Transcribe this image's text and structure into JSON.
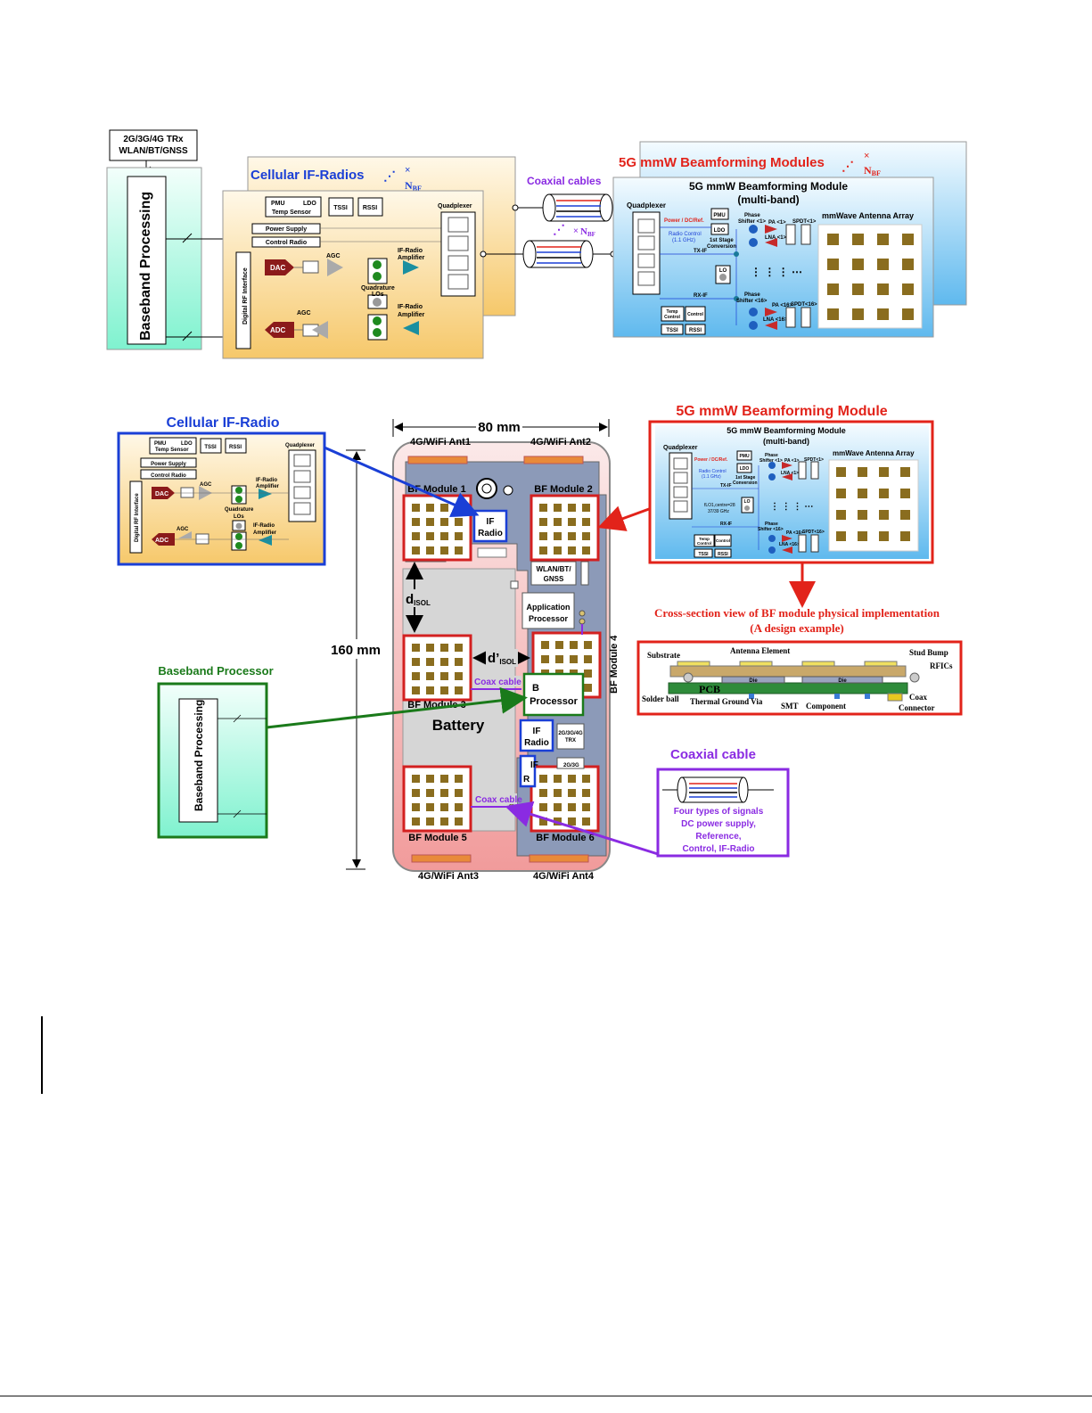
{
  "top": {
    "trx_label_1": "2G/3G/4G TRx",
    "trx_label_2": "WLAN/BT/GNSS",
    "baseband": "Baseband Processing",
    "cellular_title": "Cellular IF-Radios",
    "times": "×",
    "nbf": "N",
    "nbf_sub": "BF",
    "pmu": "PMU",
    "ldo": "LDO",
    "temp_sensor": "Temp Sensor",
    "tssi": "TSSI",
    "rssi": "RSSI",
    "power_supply": "Power Supply",
    "control_radio": "Control Radio",
    "quadplexer": "Quadplexer",
    "digital_rf": "Digital RF Interface",
    "dac": "DAC",
    "adc": "ADC",
    "agc": "AGC",
    "if_amp_1": "IF-Radio",
    "if_amp_2": "Amplifier",
    "quad_los_1": "Quadrature",
    "quad_los_2": "LOs",
    "coax_cables": "Coaxial cables",
    "bf_modules_title": "5G mmW Beamforming Modules",
    "bf_module_1": "5G mmW Beamforming Module",
    "bf_module_2": "(multi-band)",
    "power_dc_ref": "Power / DC/Ref.",
    "radio_control_1": "Radio Control",
    "radio_control_2": "(1.1 GHz)",
    "tx_if": "TX-IF",
    "rx_if": "RX-IF",
    "lo": "LO",
    "first_stage_1": "1st Stage",
    "first_stage_2": "Conversion",
    "phase_shifter_1": "Phase",
    "phase_shifter_2": "Shifter <1>",
    "phase_shifter_3": "Shifter <16>",
    "pa1": "PA <1>",
    "lna1": "LNA <1>",
    "pa16": "PA <16>",
    "lna16": "LNA <16>",
    "spdt1": "SPDT<1>",
    "spdt16": "SPDT<16>",
    "antenna_array": "mmWave Antenna Array",
    "temp_control_1": "Temp",
    "temp_control_2": "Control",
    "control": "Control"
  },
  "bottom": {
    "cellular_if_radio": "Cellular IF-Radio",
    "bf_module_title": "5G mmW Beamforming Module",
    "dim_width": "80 mm",
    "dim_height": "160 mm",
    "ant1": "4G/WiFi Ant1",
    "ant2": "4G/WiFi Ant2",
    "ant3": "4G/WiFi Ant3",
    "ant4": "4G/WiFi Ant4",
    "bf1": "BF Module 1",
    "bf2": "BF Module 2",
    "bf3": "BF Module 3",
    "bf4": "BF Module 4",
    "bf5": "BF Module 5",
    "bf6": "BF Module 6",
    "if_radio_1": "IF",
    "if_radio_2": "Radio",
    "wlan_1": "WLAN/BT/",
    "wlan_2": "GNSS",
    "app_proc_1": "Application",
    "app_proc_2": "Processor",
    "bb_proc": "Processor",
    "battery": "Battery",
    "disol": "d",
    "disol_sub": "ISOL",
    "disol2": "d’",
    "coax_cable_short": "Coax cable",
    "trx_small_1": "2G/3G/4G",
    "trx_small_2": "TRX",
    "baseband_processor": "Baseband Processor",
    "lo_small": "fLO1,centre=28",
    "lo_small_2": "37/39 GHz",
    "cross_title_1": "Cross-section view of BF module physical implementation",
    "cross_title_2": "(A design example)",
    "substrate": "Substrate",
    "antenna_element": "Antenna Element",
    "stud_bump": "Stud Bump",
    "rfics": "RFICs",
    "pcb": "PCB",
    "die": "Die",
    "solder_ball": "Solder ball",
    "thermal_via": "Thermal Ground Via",
    "smt": "SMT",
    "component": "Component",
    "coax_1": "Coax",
    "coax_2": "Connector",
    "coaxial_cable_title": "Coaxial cable",
    "signals_1": "Four types of signals",
    "signals_2": "DC power supply,",
    "signals_3": "Reference,",
    "signals_4": "Control, IF-Radio"
  },
  "colors": {
    "blue_title": "#1a3fd6",
    "red_title": "#e2231a",
    "purple": "#8a2be2",
    "green": "#1a7a1a",
    "if_panel": "#fbe3b0",
    "bf_panel": "#bfe4f8",
    "teal": "#9ff2d8",
    "patch": "#8a6d1f"
  }
}
